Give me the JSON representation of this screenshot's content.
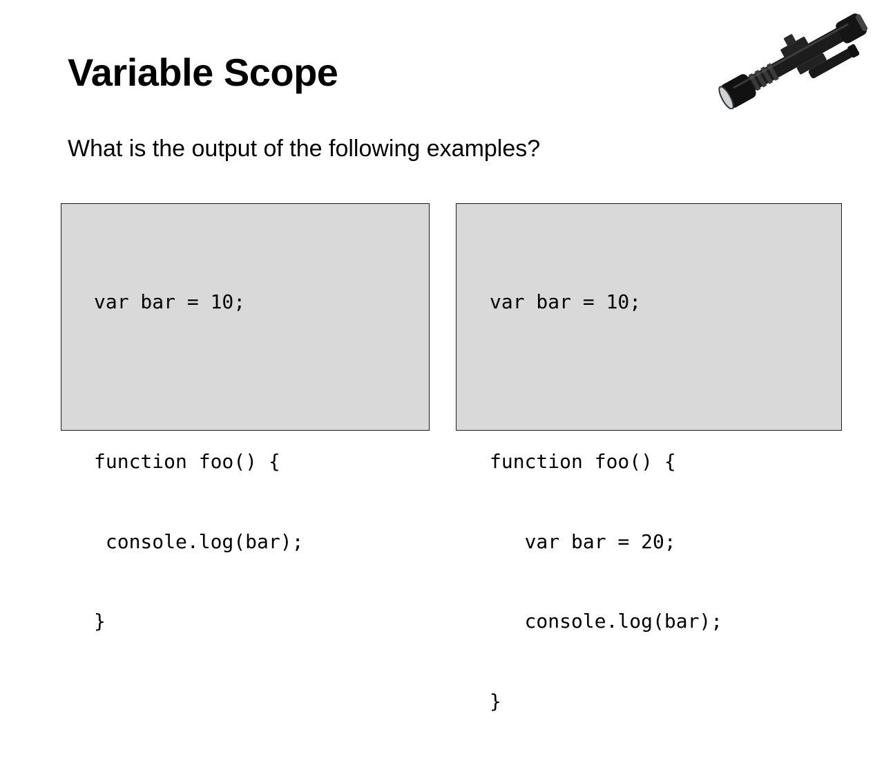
{
  "slide": {
    "title": "Variable Scope",
    "subtitle": "What is the output of the following examples?",
    "image_icon": "rifle-scope-image"
  },
  "examples": [
    {
      "lines": [
        "var bar = 10;",
        "",
        "function foo() {",
        " console.log(bar);",
        "}"
      ]
    },
    {
      "lines": [
        "var bar = 10;",
        "",
        "function foo() {",
        "   var bar = 20;",
        "   console.log(bar);",
        "}"
      ]
    }
  ],
  "colors": {
    "code_background": "#d9d9d9",
    "code_border": "#1a1a1a",
    "text": "#000000"
  }
}
